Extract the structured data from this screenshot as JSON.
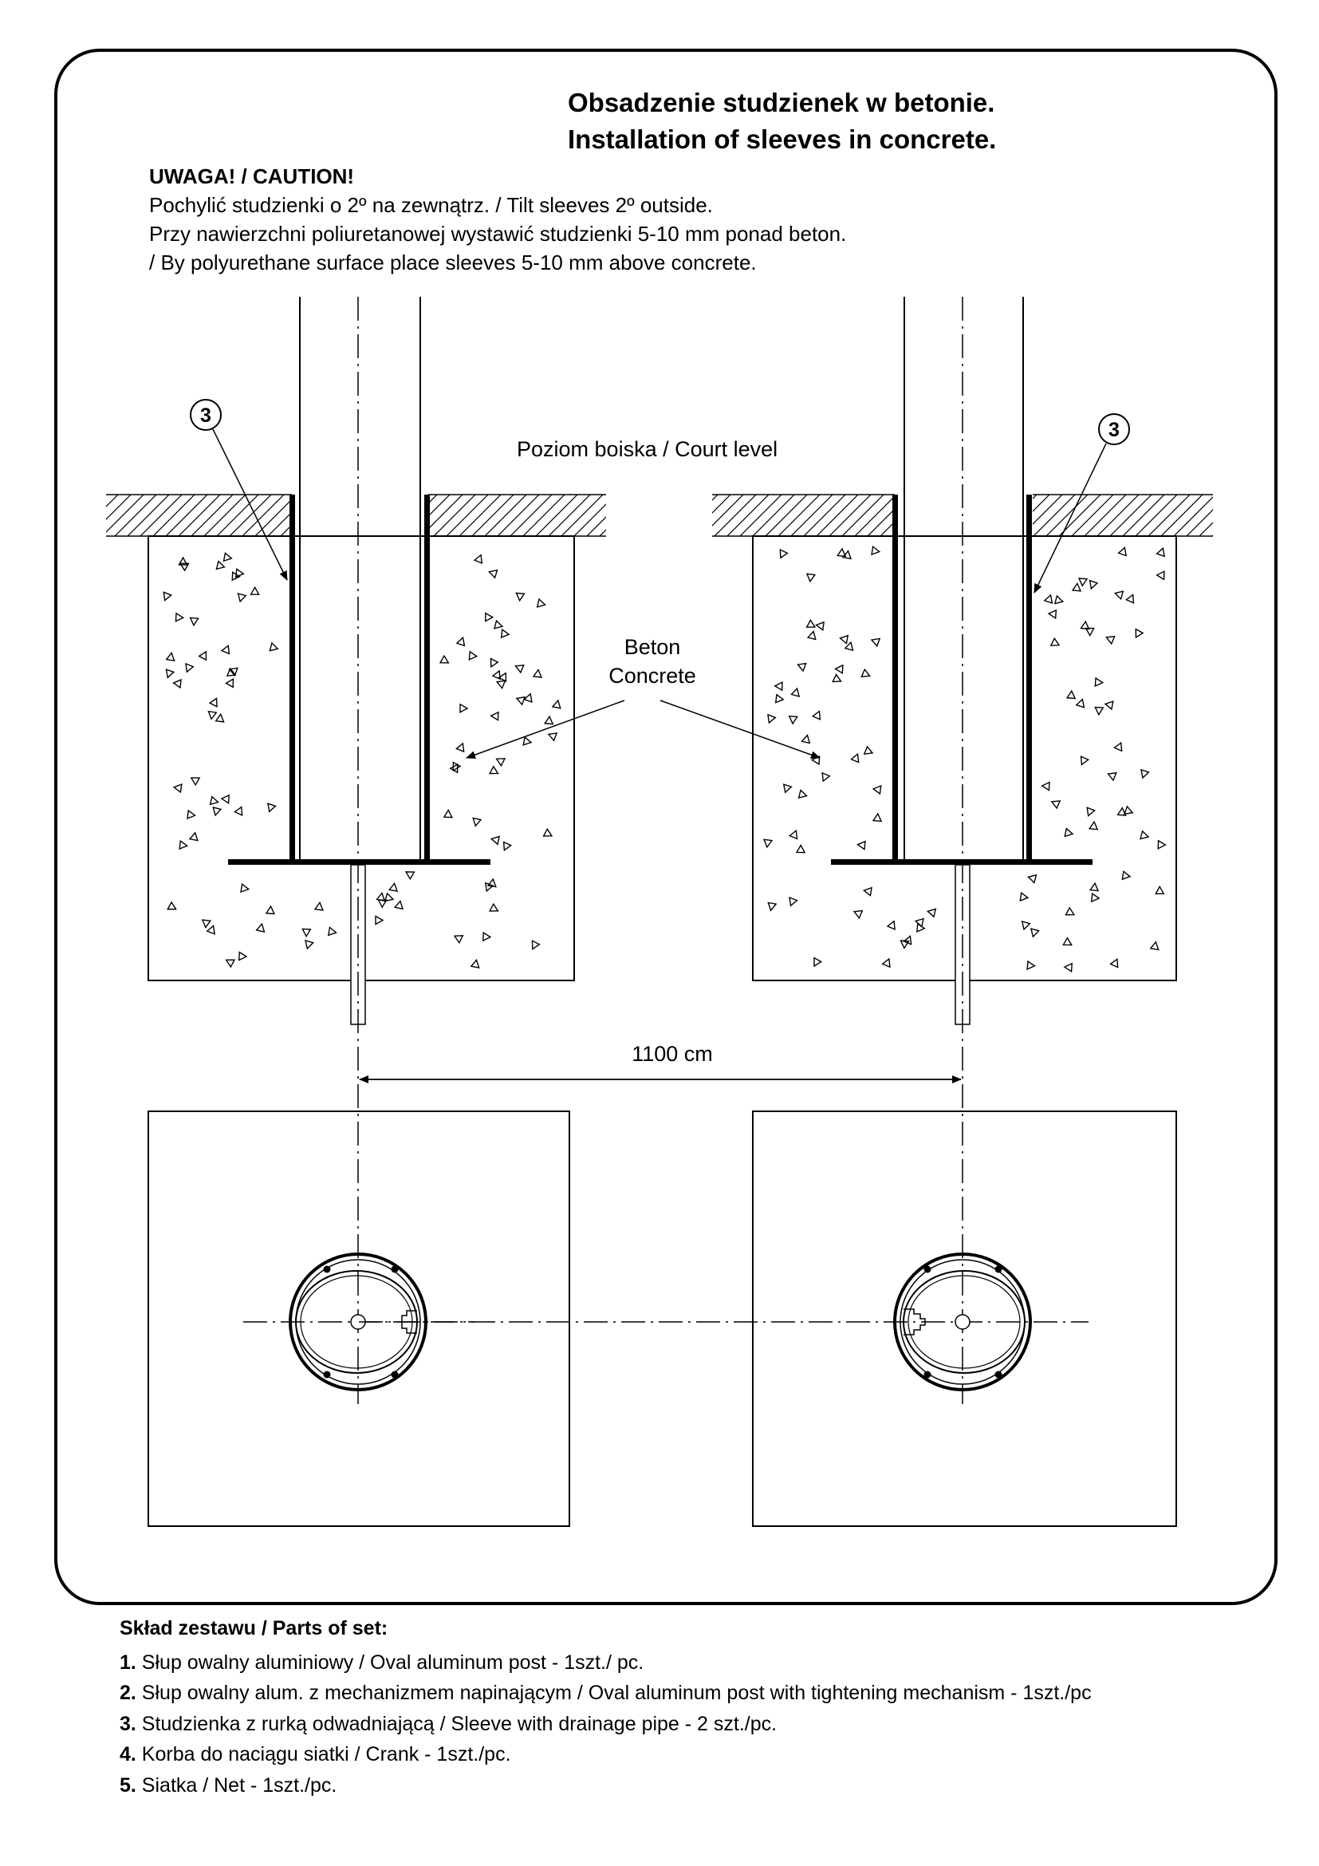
{
  "title_pl": "Obsadzenie studzienek w betonie.",
  "title_en": "Installation of sleeves in concrete.",
  "caution": {
    "heading": "UWAGA! / CAUTION!",
    "line1": "Pochylić studzienki o 2º na zewnątrz. / Tilt sleeves 2º outside.",
    "line2": "Przy nawierzchni poliuretanowej wystawić studzienki 5-10 mm ponad beton.",
    "line3": "/ By polyurethane surface place sleeves 5-10 mm above concrete."
  },
  "labels": {
    "court_level": "Poziom boiska / Court level",
    "concrete_pl": "Beton",
    "concrete_en": "Concrete",
    "callout_left": "3",
    "callout_right": "3",
    "distance": "1100 cm"
  },
  "parts": {
    "title_pl": "Skład zestawu",
    "title_en": "Parts of set:",
    "items": [
      {
        "num": "1.",
        "text": "Słup owalny aluminiowy / Oval aluminum post - 1szt./ pc."
      },
      {
        "num": "2.",
        "text": "Słup owalny alum. z mechanizmem napinającym / Oval aluminum post with tightening mechanism  - 1szt./pc"
      },
      {
        "num": "3.",
        "text": "Studzienka z rurką odwadniającą  / Sleeve  with drainage pipe  - 2 szt./pc."
      },
      {
        "num": "4.",
        "text": "Korba do naciągu siatki / Crank  - 1szt./pc."
      },
      {
        "num": "5.",
        "text": "Siatka / Net  - 1szt./pc."
      }
    ]
  }
}
